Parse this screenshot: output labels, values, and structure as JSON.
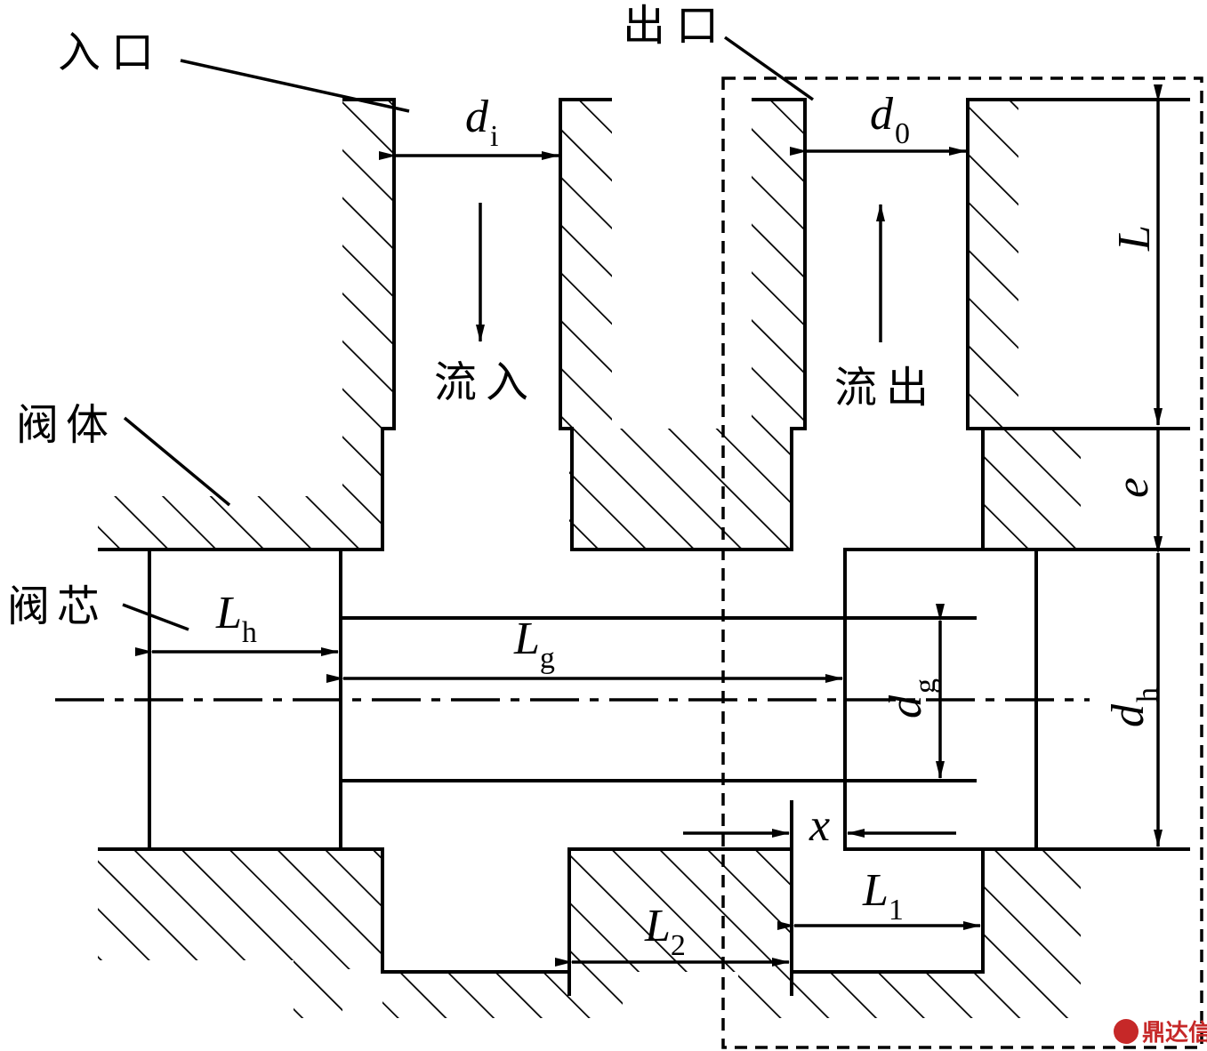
{
  "labels": {
    "inlet": "入口",
    "outlet": "出口",
    "flow_in": "流入",
    "flow_out": "流出",
    "valve_body": "阀体",
    "valve_core": "阀芯"
  },
  "dimensions": {
    "di": {
      "symbol": "d",
      "sub": "i"
    },
    "d0": {
      "symbol": "d",
      "sub": "0"
    },
    "L": {
      "symbol": "L"
    },
    "e": {
      "symbol": "e"
    },
    "dh": {
      "symbol": "d",
      "sub": "h"
    },
    "dg": {
      "symbol": "d",
      "sub": "g"
    },
    "Lh": {
      "symbol": "L",
      "sub": "h"
    },
    "Lg": {
      "symbol": "L",
      "sub": "g"
    },
    "x": {
      "symbol": "x"
    },
    "L1": {
      "symbol": "L",
      "sub": "1"
    },
    "L2": {
      "symbol": "L",
      "sub": "2"
    }
  },
  "watermark": {
    "text": "鼎达信",
    "color": "#c62828"
  }
}
